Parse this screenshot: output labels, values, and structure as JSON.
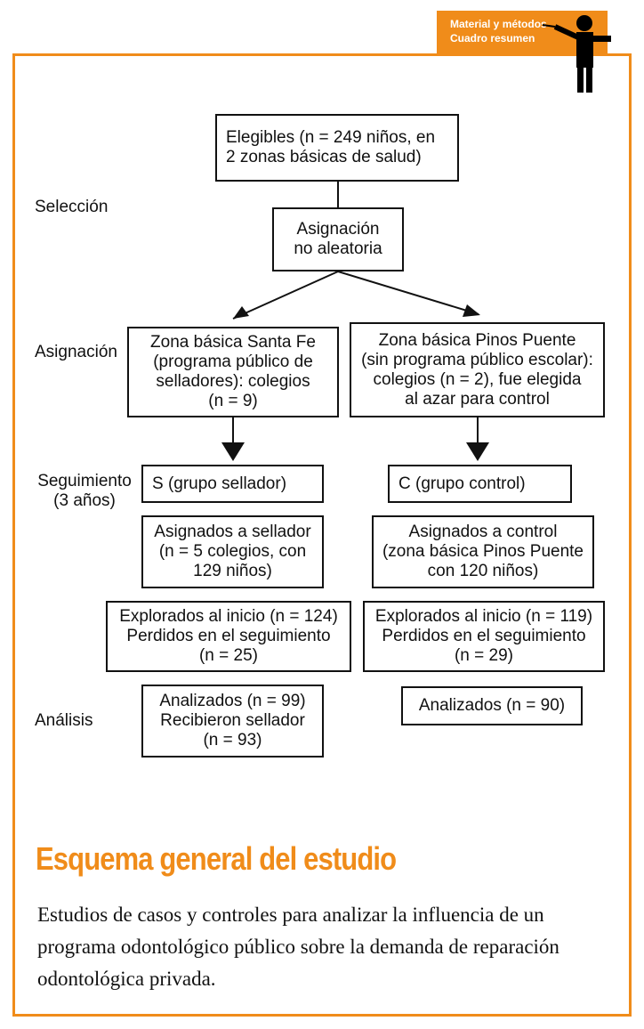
{
  "header": {
    "tag_line1": "Material y métodos",
    "tag_line2": "Cuadro resumen",
    "teacher_icon": "teacher-pointing-icon"
  },
  "colors": {
    "accent": "#f08c1a",
    "ink": "#111111"
  },
  "stages": {
    "seleccion": "Selección",
    "asignacion": "Asignación",
    "seguimiento": "Seguimiento\n(3 años)",
    "analisis": "Análisis"
  },
  "nodes": {
    "elegibles": "Elegibles (n = 249 niños, en\n2 zonas básicas de salud)",
    "asignacion": "Asignación\nno aleatoria",
    "santa_fe": "Zona básica Santa Fe\n(programa público de\nselladores): colegios\n(n = 9)",
    "pinos_puente": "Zona básica Pinos Puente\n(sin programa público escolar):\ncolegios (n = 2), fue elegida\nal azar para control",
    "grupo_s": "S (grupo sellador)",
    "grupo_c": "C (grupo control)",
    "asignados_s": "Asignados a sellador\n(n = 5 colegios, con\n129 niños)",
    "asignados_c": "Asignados a control\n(zona básica Pinos Puente\ncon 120 niños)",
    "explorados_s": "Explorados al inicio (n = 124)\nPerdidos en el seguimiento\n(n = 25)",
    "explorados_c": "Explorados al inicio (n = 119)\nPerdidos en el seguimiento\n(n = 29)",
    "analizados_s": "Analizados (n = 99)\nRecibieron sellador\n(n = 93)",
    "analizados_c": "Analizados (n = 90)"
  },
  "footer": {
    "title": "Esquema general del estudio",
    "description": "Estudios de casos y controles para analizar la influencia de un programa odontológico público sobre la demanda de reparación odontológica privada."
  }
}
